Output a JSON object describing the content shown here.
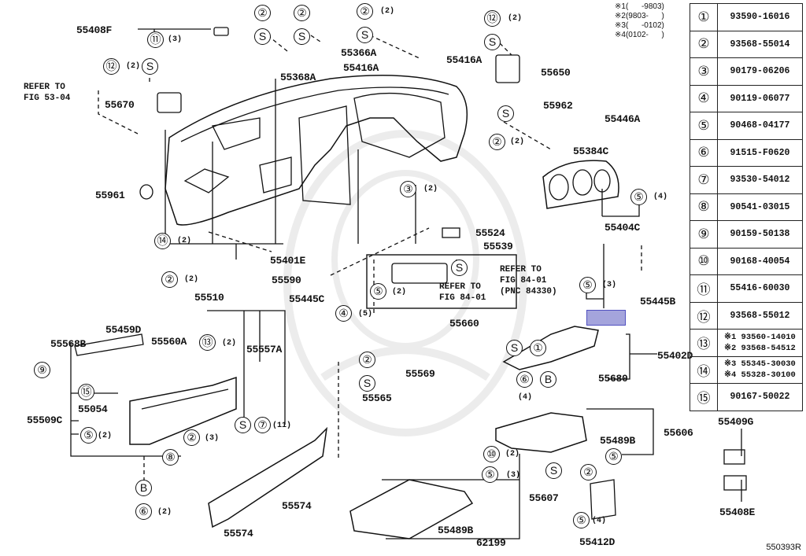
{
  "diagram": {
    "reference_code": "550393R",
    "notes": [
      {
        "mark": "※1",
        "range": "(      -9803)"
      },
      {
        "mark": "※2",
        "range": "(9803-      )"
      },
      {
        "mark": "※3",
        "range": "(      -0102)"
      },
      {
        "mark": "※4",
        "range": "(0102-      )"
      }
    ],
    "parts_table": [
      {
        "key": "①",
        "part": "93590-16016"
      },
      {
        "key": "②",
        "part": "93568-55014"
      },
      {
        "key": "③",
        "part": "90179-06206"
      },
      {
        "key": "④",
        "part": "90119-06077"
      },
      {
        "key": "⑤",
        "part": "90468-04177"
      },
      {
        "key": "⑥",
        "part": "91515-F0620"
      },
      {
        "key": "⑦",
        "part": "93530-54012"
      },
      {
        "key": "⑧",
        "part": "90541-03015"
      },
      {
        "key": "⑨",
        "part": "90159-50138"
      },
      {
        "key": "⑩",
        "part": "90168-40054"
      },
      {
        "key": "⑪",
        "part": "55416-60030"
      },
      {
        "key": "⑫",
        "part": "93568-55012"
      },
      {
        "key": "⑬",
        "part": "※1 93560-14010",
        "part2": "※2 93568-54512"
      },
      {
        "key": "⑭",
        "part": "※3 55345-30030",
        "part2": "※4 55328-30100"
      },
      {
        "key": "⑮",
        "part": "90167-50022"
      }
    ],
    "labels": {
      "p55408F": "55408F",
      "p55366A": "55366A",
      "p55368A": "55368A",
      "p55416A_1": "55416A",
      "p55416A_2": "55416A",
      "p55650": "55650",
      "p55670": "55670",
      "p55962": "55962",
      "p55446A": "55446A",
      "p55384C": "55384C",
      "p55961": "55961",
      "p55404C": "55404C",
      "p55524": "55524",
      "p55539": "55539",
      "p55401E": "55401E",
      "p55590": "55590",
      "p55445B": "55445B",
      "p55510": "55510",
      "p55445C": "55445C",
      "p55660": "55660",
      "p55459D": "55459D",
      "p55568B": "55568B",
      "p55560A": "55560A",
      "p55557A": "55557A",
      "p55402D": "55402D",
      "p55569": "55569",
      "p55565": "55565",
      "p55680": "55680",
      "p55509C": "55509C",
      "p55054": "55054",
      "p55606": "55606",
      "p55489B_1": "55489B",
      "p55489B_2": "55489B",
      "p55409G": "55409G",
      "p55607": "55607",
      "p62199": "62199",
      "p55574_1": "55574",
      "p55574_2": "55574",
      "p55412D": "55412D",
      "p55408E": "55408E"
    },
    "refers": {
      "fig53": "REFER TO\nFIG 53-04",
      "fig84a": "REFER TO\nFIG 84-01",
      "fig84b": "REFER TO\nFIG 84-01\n(PNC 84330)"
    },
    "symbols": {
      "s": "S",
      "b": "B",
      "c1": "①",
      "c2": "②",
      "c3": "③",
      "c4": "④",
      "c5": "⑤",
      "c6": "⑥",
      "c7": "⑦",
      "c8": "⑧",
      "c9": "⑨",
      "c10": "⑩",
      "c11": "⑪",
      "c12": "⑫",
      "c13": "⑬",
      "c14": "⑭",
      "c15": "⑮"
    },
    "qty": {
      "q2": "(2)",
      "q3": "(3)",
      "q4": "(4)",
      "q5": "(5)",
      "q11": "(11)"
    }
  }
}
